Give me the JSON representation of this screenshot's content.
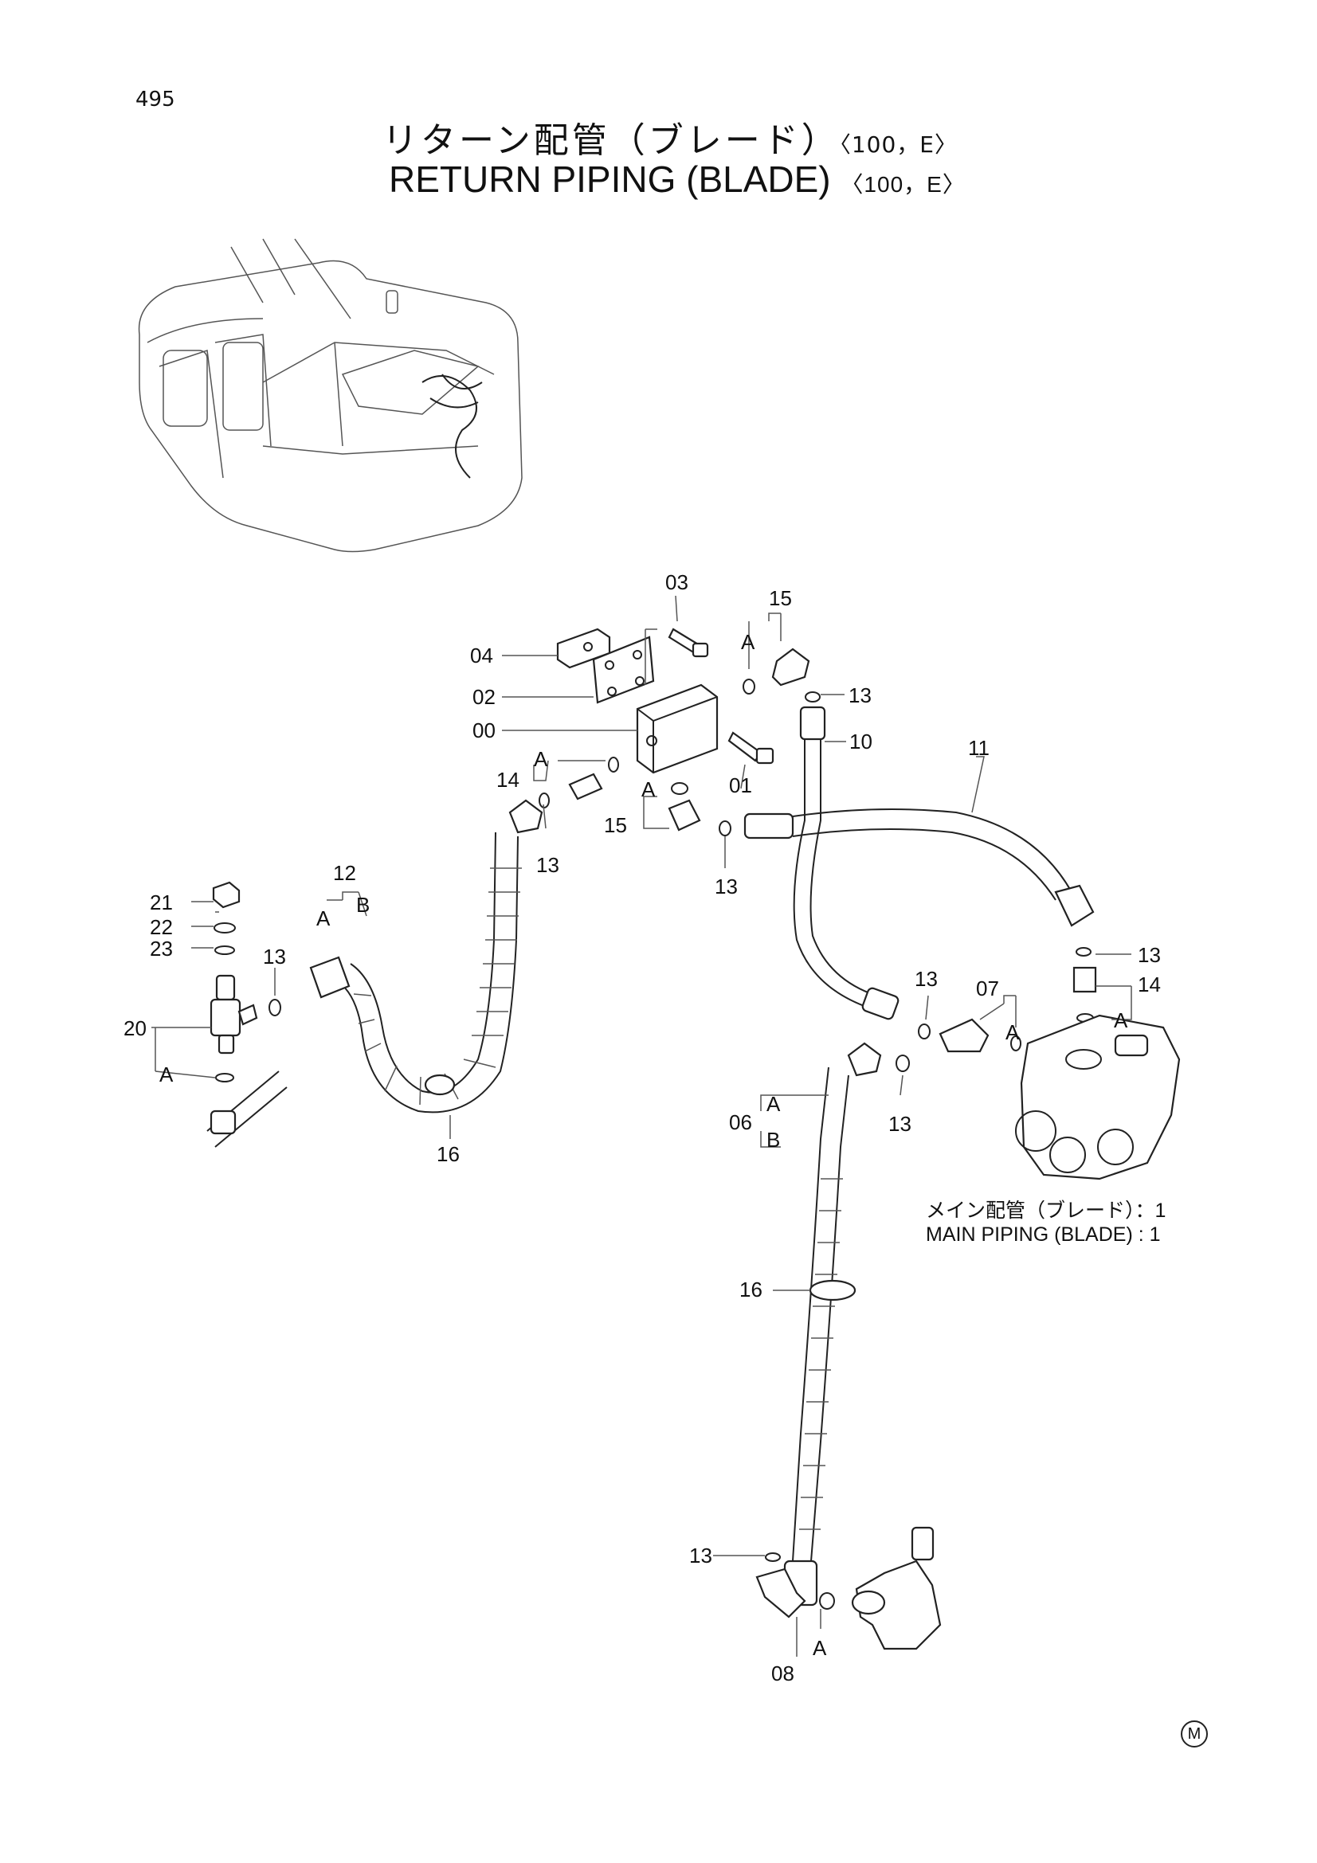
{
  "page_number": "495",
  "title_jp": "リターン配管（ブレード）",
  "title_en": "RETURN PIPING (BLADE)",
  "variant": "〈100，E〉",
  "note_jp": "メイン配管（ブレード）：1",
  "note_en": "MAIN PIPING (BLADE) : 1",
  "maker_mark": "M",
  "callouts": {
    "c03": "03",
    "c15a": "15",
    "cA1": "A",
    "c04": "04",
    "c13a": "13",
    "c02": "02",
    "c10": "10",
    "c00": "00",
    "c11": "11",
    "cA2": "A",
    "c01": "01",
    "c14a": "14",
    "cA3": "A",
    "c13b": "13",
    "c15b": "15",
    "c13c": "13",
    "c12": "12",
    "cA4": "A",
    "cB1": "B",
    "c21": "21",
    "c22": "22",
    "c23": "23",
    "c13d": "13",
    "c20": "20",
    "cA5": "A",
    "c16a": "16",
    "c13e": "13",
    "c14b": "14",
    "cA6": "A",
    "c13f": "13",
    "c07": "07",
    "cA7": "A",
    "c13g": "13",
    "c06": "06",
    "cA8": "A",
    "cB2": "B",
    "c16b": "16",
    "c13h": "13",
    "cA9": "A",
    "c08": "08"
  }
}
